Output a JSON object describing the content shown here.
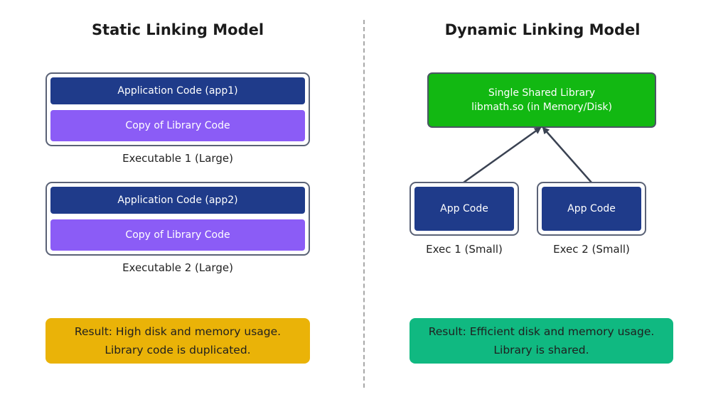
{
  "static_model": {
    "title": "Static Linking Model",
    "executables": [
      {
        "app_label": "Application Code (app1)",
        "lib_label": "Copy of Library Code",
        "caption": "Executable 1 (Large)"
      },
      {
        "app_label": "Application Code (app2)",
        "lib_label": "Copy of Library Code",
        "caption": "Executable 2 (Large)"
      }
    ],
    "result": {
      "line1": "Result: High disk and memory usage.",
      "line2": "Library code is duplicated."
    }
  },
  "dynamic_model": {
    "title": "Dynamic Linking Model",
    "shared_library": {
      "line1": "Single Shared Library",
      "line2": "libmath.so (in Memory/Disk)"
    },
    "executables": [
      {
        "label": "App Code",
        "caption": "Exec 1 (Small)"
      },
      {
        "label": "App Code",
        "caption": "Exec 2 (Small)"
      }
    ],
    "result": {
      "line1": "Result: Efficient disk and memory usage.",
      "line2": "Library is shared."
    }
  },
  "colors": {
    "app_code": "#1f3b8a",
    "library_copy": "#8b5cf6",
    "shared_library": "#12b812",
    "result_static": "#eab308",
    "result_dynamic": "#10b981",
    "arrow": "#3a4252"
  }
}
